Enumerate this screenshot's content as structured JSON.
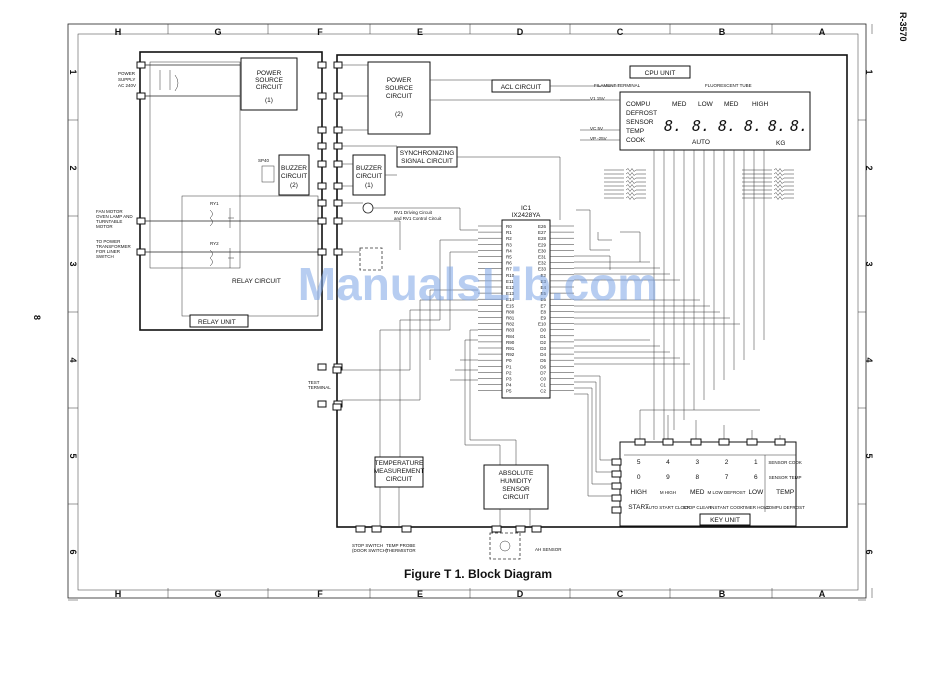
{
  "doc": {
    "model": "R-3570",
    "page": "8",
    "caption": "Figure T 1. Block Diagram",
    "watermark": "ManualsLib.com"
  },
  "grid": {
    "cols": [
      "H",
      "G",
      "F",
      "E",
      "D",
      "C",
      "B",
      "A"
    ],
    "rows": [
      "1",
      "2",
      "3",
      "4",
      "5",
      "6"
    ]
  },
  "blocks": {
    "power_source_1": [
      "POWER",
      "SOURCE",
      "CIRCUIT",
      "(1)"
    ],
    "power_source_2": [
      "POWER",
      "SOURCE",
      "CIRCUIT",
      "(2)"
    ],
    "buzzer_2": [
      "BUZZER",
      "CIRCUIT",
      "(2)"
    ],
    "buzzer_1": [
      "BUZZER",
      "CIRCUIT",
      "(1)"
    ],
    "sync": [
      "SYNCHRONIZING",
      "SIGNAL CIRCUIT"
    ],
    "acl": "ACL CIRCUIT",
    "cpu_unit": "CPU UNIT",
    "relay_circuit": "RELAY CIRCUIT",
    "relay_unit": "RELAY UNIT",
    "ic1": [
      "IC1",
      "IX2428YA"
    ],
    "rv1": [
      "RV1 Driving Circuit",
      "and RV1 Control Circuit"
    ],
    "temp": [
      "TEMPERATURE",
      "MEASUREMENT",
      "CIRCUIT"
    ],
    "ahs": [
      "ABSOLUTE",
      "HUMIDITY",
      "SENSOR",
      "CIRCUIT"
    ],
    "key_unit": "KEY UNIT"
  },
  "small_labels": {
    "power_supply": [
      "POWER",
      "SUPPLY",
      "AC 240V"
    ],
    "fan_motor": [
      "FAN MOTOR",
      "OVEN LAMP AND",
      "TURNTABLE",
      "MOTOR"
    ],
    "hv": [
      "TO POWER",
      "TRANSFORMER",
      "FOR LINER",
      "SWITCH"
    ],
    "filament": "FILAMENT TERMINAL",
    "fluorescent": "FLUORESCENT TUBE",
    "sp40": "SP40",
    "test": [
      "TEST",
      "TERMINAL"
    ],
    "stop_switch": [
      "STOP SWITCH",
      "(DOOR SWITCH)"
    ],
    "temp_probe": [
      "TEMP PROBE",
      "THERMISTOR"
    ],
    "ah_sensor": "AH SENSOR",
    "v1": "V1 15V",
    "vc": "VC 5V",
    "vp": "VP -25V",
    "ry1": "RY1",
    "ry2": "RY2"
  },
  "display": {
    "left_words": [
      "COMPU",
      "DEFROST",
      "SENSOR",
      "TEMP",
      "COOK"
    ],
    "top_words": [
      "MED",
      "LOW",
      "MED",
      "HIGH"
    ],
    "sub_words": [
      "AUTO",
      "KG"
    ],
    "digits": [
      "8.",
      "8.",
      "8.",
      "8.",
      "8.",
      "8."
    ]
  },
  "keypad": [
    [
      "5",
      "4",
      "3",
      "2",
      "1",
      "SENSOR COOK"
    ],
    [
      "0",
      "9",
      "8",
      "7",
      "6",
      "SENSOR TEMP"
    ],
    [
      "HIGH",
      "M HIGH",
      "MED",
      "M LOW DEFROST",
      "LOW",
      "TEMP"
    ],
    [
      "START",
      "AUTO START CLOCK",
      "STOP CLEAR",
      "INSTANT COOK",
      "TIMER HOLD",
      "COMPU DEFROST"
    ]
  ],
  "ic_pins_left": [
    "R0",
    "R1",
    "R2",
    "R3",
    "R4",
    "R5",
    "R6",
    "R7",
    "R10",
    "E11",
    "E12",
    "E13",
    "E14",
    "E15",
    "R80",
    "R81",
    "R82",
    "R83",
    "R84",
    "R90",
    "R91",
    "R92",
    "P0",
    "P1",
    "P2",
    "P3",
    "P4",
    "P5"
  ],
  "ic_pins_right": [
    "E26",
    "E27",
    "E28",
    "E29",
    "E30",
    "E31",
    "E32",
    "E33",
    "E2",
    "E3",
    "E4",
    "E5",
    "E6",
    "E7",
    "E8",
    "E9",
    "E10",
    "D0",
    "D1",
    "D2",
    "D3",
    "D4",
    "D5",
    "D6",
    "D7",
    "C0",
    "C1",
    "C2"
  ]
}
